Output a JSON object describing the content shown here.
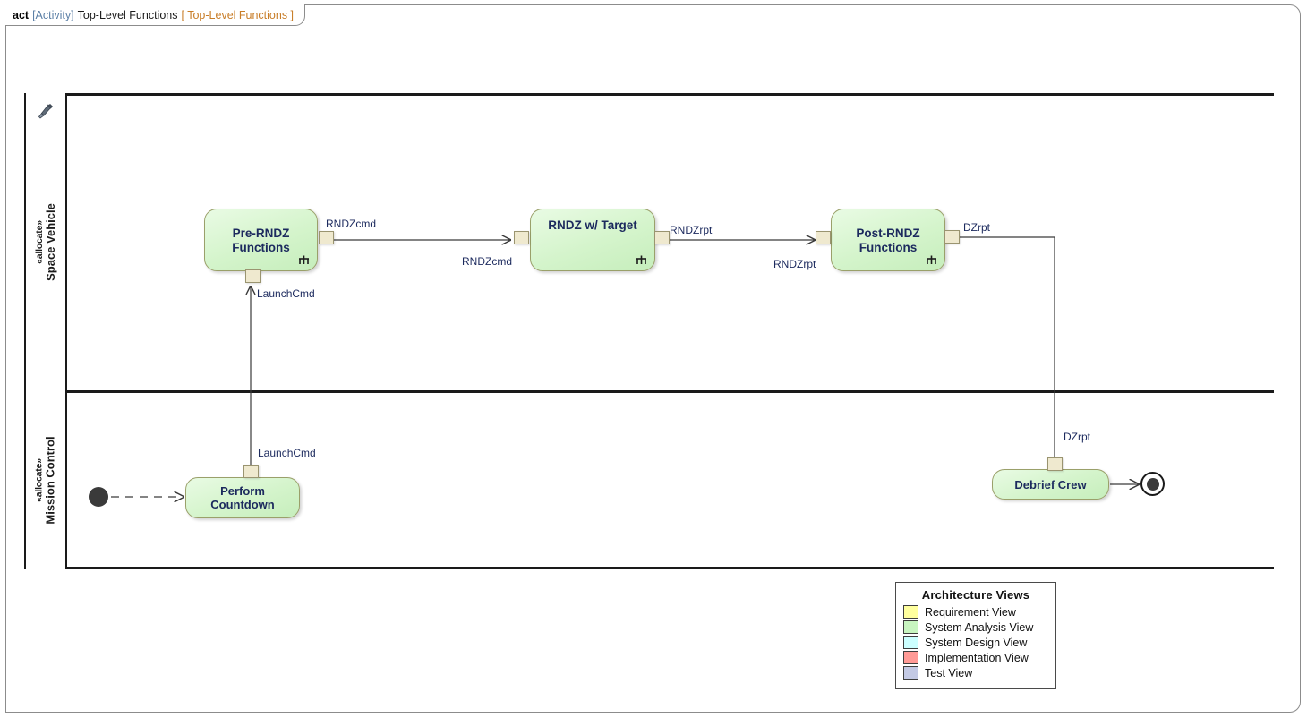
{
  "frame": {
    "kind": "act",
    "meta": "[Activity]",
    "name": "Top-Level Functions",
    "ref": "[ Top-Level Functions ]"
  },
  "lanes": [
    {
      "id": "space-vehicle",
      "stereotype": "«allocate»",
      "name": "Space Vehicle",
      "icon": "spacecraft-icon"
    },
    {
      "id": "mission-control",
      "stereotype": "«allocate»",
      "name": "Mission Control",
      "icon": ""
    }
  ],
  "actions": [
    {
      "id": "pre-rndz-functions",
      "label": "Pre-RNDZ\nFunctions",
      "lane": "space-vehicle"
    },
    {
      "id": "rndz-w-target",
      "label": "RNDZ w/ Target",
      "lane": "space-vehicle"
    },
    {
      "id": "post-rndz-functions",
      "label": "Post-RNDZ\nFunctions",
      "lane": "space-vehicle"
    },
    {
      "id": "perform-countdown",
      "label": "Perform\nCountdown",
      "lane": "mission-control"
    },
    {
      "id": "debrief-crew",
      "label": "Debrief Crew",
      "lane": "mission-control"
    }
  ],
  "flow_labels": [
    {
      "id": "rndzcmd-out",
      "text": "RNDZcmd"
    },
    {
      "id": "rndzcmd-in",
      "text": "RNDZcmd"
    },
    {
      "id": "rndzrpt-out",
      "text": "RNDZrpt"
    },
    {
      "id": "rndzrpt-in",
      "text": "RNDZrpt"
    },
    {
      "id": "dzrpt-out",
      "text": "DZrpt"
    },
    {
      "id": "dzrpt-in",
      "text": "DZrpt"
    },
    {
      "id": "launchcmd-in",
      "text": "LaunchCmd"
    },
    {
      "id": "launchcmd-out",
      "text": "LaunchCmd"
    }
  ],
  "legend": {
    "title": "Architecture Views",
    "items": [
      {
        "label": "Requirement View",
        "color": "#ffff9e"
      },
      {
        "label": "System Analysis View",
        "color": "#c8f5c0"
      },
      {
        "label": "System Design View",
        "color": "#ccffff"
      },
      {
        "label": "Implementation View",
        "color": "#ff9a96"
      },
      {
        "label": "Test View",
        "color": "#c3c9e4"
      }
    ]
  },
  "colors": {
    "action_fill": "#d4f4cb",
    "action_border": "#9aa06a",
    "action_text": "#1c2a5e",
    "pin_fill": "#efe9cf",
    "frame_border": "#8c8c8c",
    "lane_border": "#1a1a1a",
    "edge": "#3a3a3a"
  }
}
